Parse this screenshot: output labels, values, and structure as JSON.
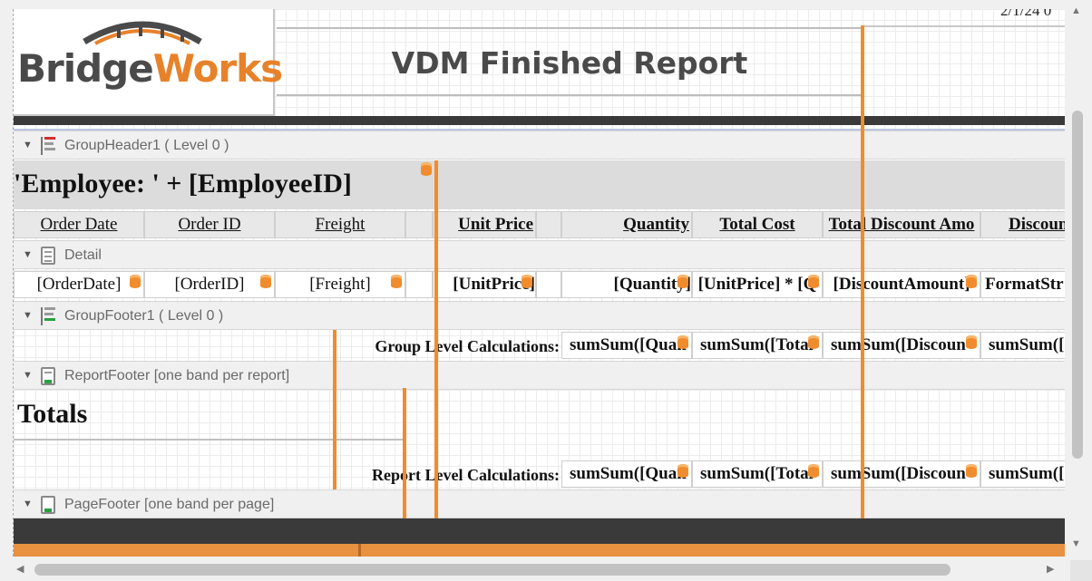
{
  "report": {
    "logo_part1": "Bridge",
    "logo_part2": "Works",
    "title": "VDM Finished Report",
    "date_fragment": "2/1/24 0"
  },
  "bands": {
    "group_header": "GroupHeader1 ( Level 0 )",
    "detail": "Detail",
    "group_footer": "GroupFooter1 ( Level 0 )",
    "report_footer": "ReportFooter [one band per report]",
    "page_footer": "PageFooter [one band per page]"
  },
  "employee_expr": "'Employee: ' + [EmployeeID]",
  "columns": [
    "Order Date",
    "Order ID",
    "Freight",
    "Unit Price",
    "Quantity",
    "Total Cost",
    "Total Discount Amo",
    "Discoun"
  ],
  "detail_fields": [
    "[OrderDate]",
    "[OrderID]",
    "[Freight]",
    "[UnitPrice]",
    "[Quantity]",
    "[UnitPrice] * [Q",
    "[DiscountAmount]",
    "FormatStr"
  ],
  "group_calc": {
    "label": "Group Level Calculations:",
    "values": [
      "sumSum([Quan",
      "sumSum([Total",
      "sumSum([Discoun",
      "sumSum(["
    ]
  },
  "totals_label": "Totals",
  "report_calc": {
    "label": "Report Level Calculations:",
    "values": [
      "sumSum([Quan",
      "sumSum([Total",
      "sumSum([Discoun",
      "sumSum(["
    ]
  },
  "colors": {
    "accent": "#f08c2e",
    "logo_gray": "#4a4a4a",
    "dark_bar": "#3a3a3a"
  }
}
